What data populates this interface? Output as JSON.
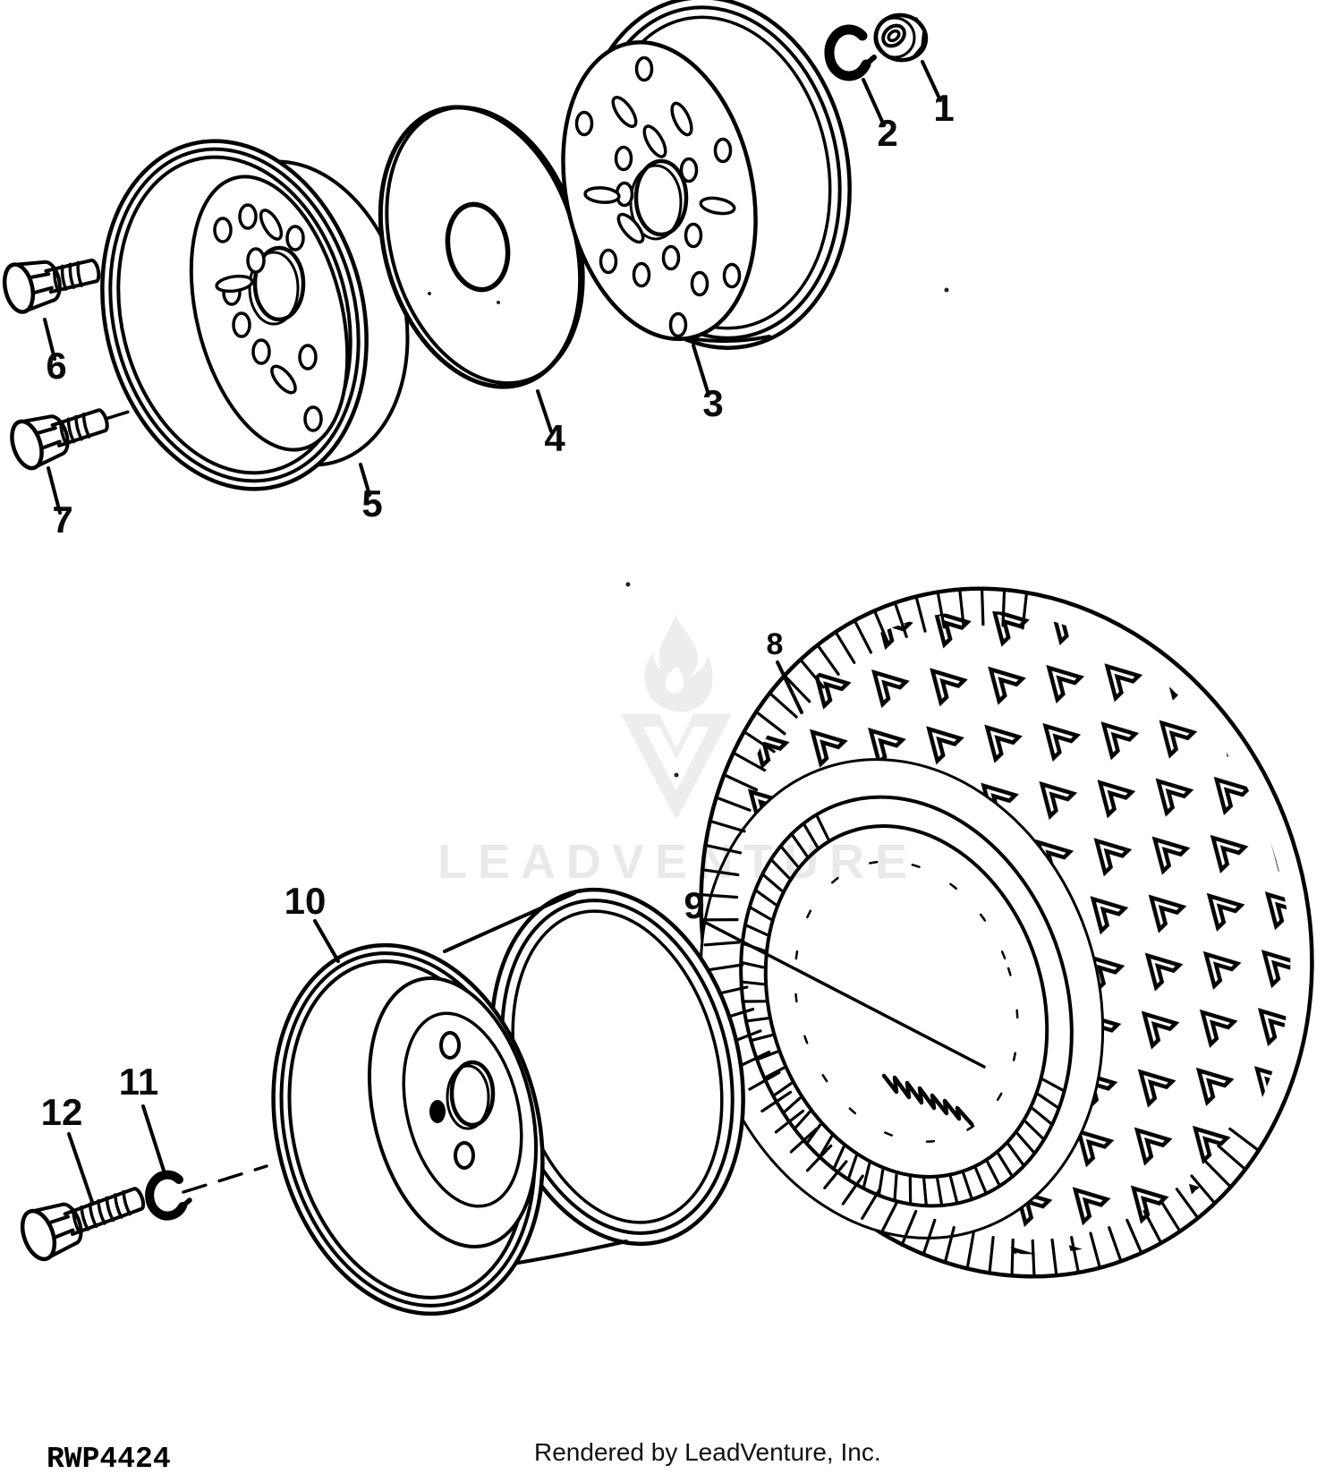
{
  "page": {
    "background": "#ffffff",
    "line_color": "#000000",
    "watermark_color": "#e9e9e9"
  },
  "diagram": {
    "type": "exploded-parts-diagram",
    "subject": "wheel assembly",
    "callouts": [
      "1",
      "2",
      "3",
      "4",
      "5",
      "6",
      "7",
      "8",
      "9",
      "10",
      "11",
      "12"
    ]
  },
  "watermark": {
    "text": "LEADVENTURE",
    "logo": "leadventure-flame-v-logo"
  },
  "footer": {
    "drawing_code": "RWP4424",
    "credit": "Rendered by LeadVenture, Inc."
  }
}
